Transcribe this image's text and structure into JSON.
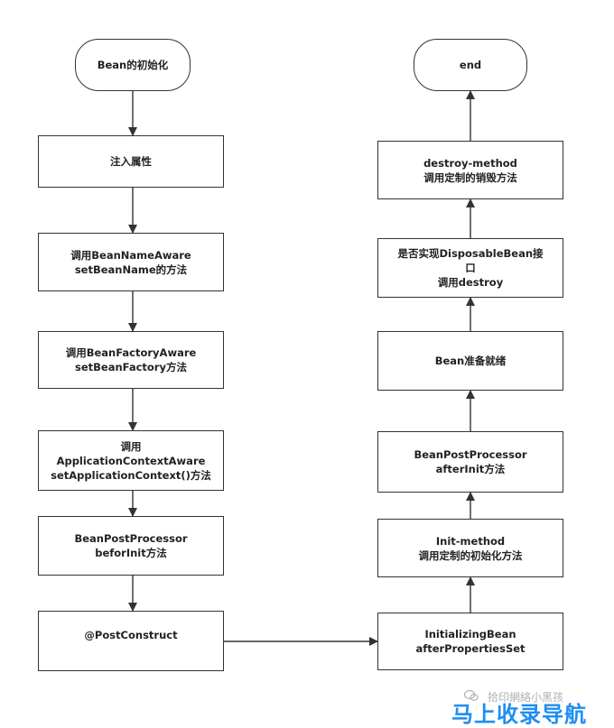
{
  "colors": {
    "stroke": "#333333",
    "watermark": "#1f8ef1"
  },
  "left": {
    "start": "Bean的初始化",
    "inject": "注入属性",
    "bean_name_aware": [
      "调用BeanNameAware",
      "setBeanName的方法"
    ],
    "bean_factory_aware": [
      "调用BeanFactoryAware",
      "setBeanFactory方法"
    ],
    "app_context_aware": [
      "调用",
      "ApplicationContextAware",
      "setApplicationContext()方法"
    ],
    "before_init": [
      "BeanPostProcessor",
      "beforInit方法"
    ],
    "post_construct": "@PostConstruct"
  },
  "right": {
    "initializing_bean": [
      "InitializingBean",
      "afterPropertiesSet"
    ],
    "init_method": [
      "Init-method",
      "调用定制的初始化方法"
    ],
    "after_init": [
      "BeanPostProcessor",
      "afterInit方法"
    ],
    "ready": "Bean准备就绪",
    "disposable": [
      "是否实现DisposableBean接",
      "口",
      "调用destroy"
    ],
    "destroy_method": [
      "destroy-method",
      "调用定制的销毁方法"
    ],
    "end": "end"
  },
  "watermark": {
    "top": "拾印網絡小黑孩",
    "main": "马上收录导航"
  }
}
